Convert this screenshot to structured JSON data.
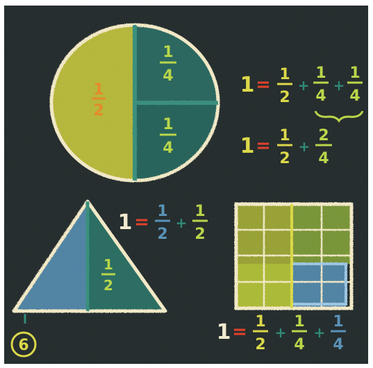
{
  "colors": {
    "board": "#1b2324",
    "chalk_white": "#f2ead0",
    "chalk_yellow": "#dcd84a",
    "chalk_green": "#2f7a6e",
    "chalk_blue": "#5a93b8",
    "chalk_red": "#e2412c",
    "chalk_orange": "#e58a2a",
    "chalk_lime": "#b9d64a"
  },
  "circle": {
    "half_label": {
      "num": "1",
      "den": "2"
    },
    "quarter_top_label": {
      "num": "1",
      "den": "4"
    },
    "quarter_bottom_label": {
      "num": "1",
      "den": "4"
    }
  },
  "triangle": {
    "half_label": {
      "num": "1",
      "den": "2"
    }
  },
  "equations": {
    "eq1": {
      "lhs": "1",
      "eq": "=",
      "t1": {
        "num": "1",
        "den": "2"
      },
      "plus1": "+",
      "t2": {
        "num": "1",
        "den": "4"
      },
      "plus2": "+",
      "t3": {
        "num": "1",
        "den": "4"
      }
    },
    "eq2": {
      "lhs": "1",
      "eq": "=",
      "t1": {
        "num": "1",
        "den": "2"
      },
      "plus1": "+",
      "t2": {
        "num": "2",
        "den": "4"
      }
    },
    "eq3": {
      "lhs": "1",
      "eq": "=",
      "t1": {
        "num": "1",
        "den": "2"
      },
      "plus1": "+",
      "t2": {
        "num": "1",
        "den": "2"
      }
    },
    "eq4": {
      "lhs": "1",
      "eq": "=",
      "t1": {
        "num": "1",
        "den": "2"
      },
      "plus1": "+",
      "t2": {
        "num": "1",
        "den": "4"
      },
      "plus2": "+",
      "t3": {
        "num": "1",
        "den": "4"
      }
    }
  },
  "page_number": "6"
}
